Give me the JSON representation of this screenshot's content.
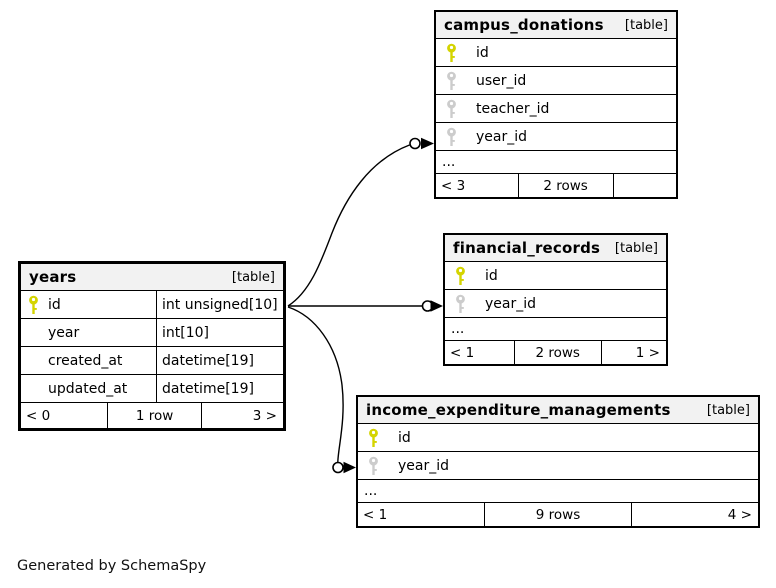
{
  "generator_note": "Generated by SchemaSpy",
  "colors": {
    "primary_key": "#d4d400",
    "foreign_key": "#cccccc",
    "header_bg": "#f2f2f2",
    "border": "#000000",
    "background": "#ffffff"
  },
  "tables": {
    "campus_donations": {
      "name": "campus_donations",
      "tag": "[table]",
      "columns": [
        {
          "name": "id",
          "key": "primary"
        },
        {
          "name": "user_id",
          "key": "foreign"
        },
        {
          "name": "teacher_id",
          "key": "foreign"
        },
        {
          "name": "year_id",
          "key": "foreign"
        }
      ],
      "more": "...",
      "footer": {
        "left": "< 3",
        "center": "2 rows",
        "right": ""
      }
    },
    "financial_records": {
      "name": "financial_records",
      "tag": "[table]",
      "columns": [
        {
          "name": "id",
          "key": "primary"
        },
        {
          "name": "year_id",
          "key": "foreign"
        }
      ],
      "more": "...",
      "footer": {
        "left": "< 1",
        "center": "2 rows",
        "right": "1 >"
      }
    },
    "income_expenditure_managements": {
      "name": "income_expenditure_managements",
      "tag": "[table]",
      "columns": [
        {
          "name": "id",
          "key": "primary"
        },
        {
          "name": "year_id",
          "key": "foreign"
        }
      ],
      "more": "...",
      "footer": {
        "left": "< 1",
        "center": "9 rows",
        "right": "4 >"
      }
    },
    "years": {
      "name": "years",
      "tag": "[table]",
      "columns": [
        {
          "name": "id",
          "type": "int unsigned[10]",
          "key": "primary"
        },
        {
          "name": "year",
          "type": "int[10]",
          "key": "none"
        },
        {
          "name": "created_at",
          "type": "datetime[19]",
          "key": "none"
        },
        {
          "name": "updated_at",
          "type": "datetime[19]",
          "key": "none"
        }
      ],
      "footer": {
        "left": "< 0",
        "center": "1 row",
        "right": "3 >"
      }
    }
  },
  "relationships": [
    {
      "parent": "years.id",
      "child": "campus_donations.year_id"
    },
    {
      "parent": "years.id",
      "child": "financial_records.year_id"
    },
    {
      "parent": "years.id",
      "child": "income_expenditure_managements.year_id"
    }
  ]
}
